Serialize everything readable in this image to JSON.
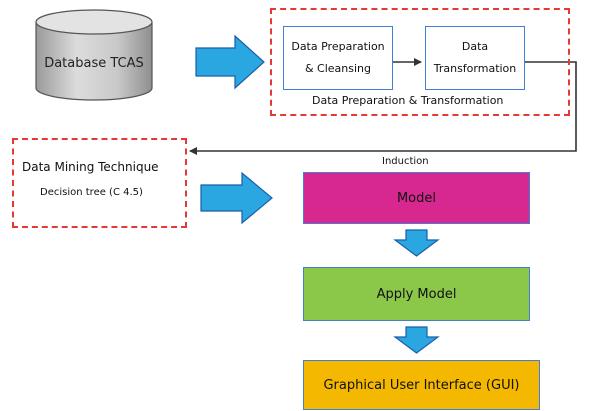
{
  "database": {
    "label": "Database TCAS"
  },
  "preparation_group": {
    "caption": "Data Preparation & Transformation",
    "step1": {
      "line1": "Data Preparation",
      "line2": "& Cleansing"
    },
    "step2": {
      "line1": "Data",
      "line2": "Transformation"
    }
  },
  "data_mining": {
    "title": "Data Mining Technique",
    "subtitle": "Decision tree (C 4.5)"
  },
  "induction_label": "Induction",
  "model": {
    "label": "Model"
  },
  "apply_model": {
    "label": "Apply Model"
  },
  "gui": {
    "label": "Graphical User Interface (GUI)"
  },
  "colors": {
    "model_fill": "#d6288f",
    "apply_model_fill": "#8bc84a",
    "gui_fill": "#f5b800",
    "arrow_fill": "#2aa6e0",
    "arrow_stroke": "#1a5fa8",
    "dashed_border": "#e53935",
    "box_border": "#3f7fd8",
    "database_fill": "#c8c8c8",
    "connector_line": "#333333"
  }
}
